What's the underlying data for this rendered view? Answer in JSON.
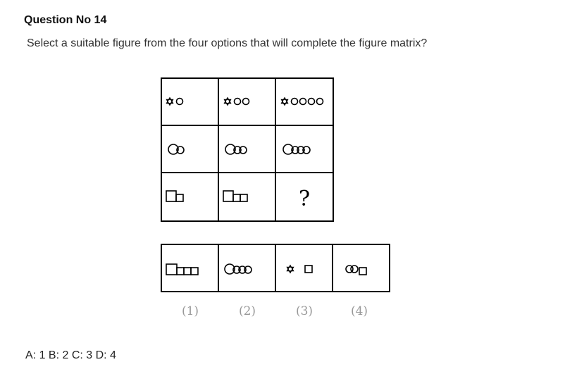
{
  "question": {
    "title": "Question No 14",
    "text": "Select a suitable figure from the four options that will complete the figure matrix?"
  },
  "matrix": {
    "missing_symbol": "?"
  },
  "options": {
    "labels": [
      "(1)",
      "(2)",
      "(3)",
      "(4)"
    ]
  },
  "answers": {
    "text": "A: 1 B: 2 C: 3 D: 4"
  }
}
